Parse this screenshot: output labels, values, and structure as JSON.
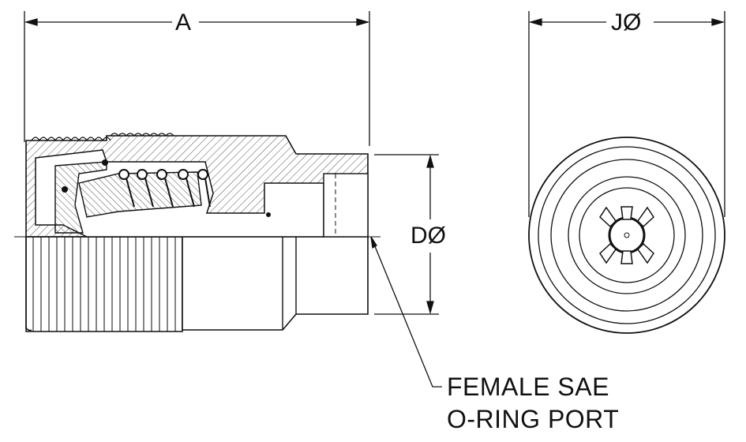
{
  "dimensions": {
    "length_label": "A",
    "outer_diameter_label": "JØ",
    "port_diameter_label": "DØ"
  },
  "callout": {
    "line1": "FEMALE SAE",
    "line2": "O-RING PORT"
  },
  "colors": {
    "line": "#111111",
    "hatch": "#444444",
    "background": "#ffffff"
  }
}
